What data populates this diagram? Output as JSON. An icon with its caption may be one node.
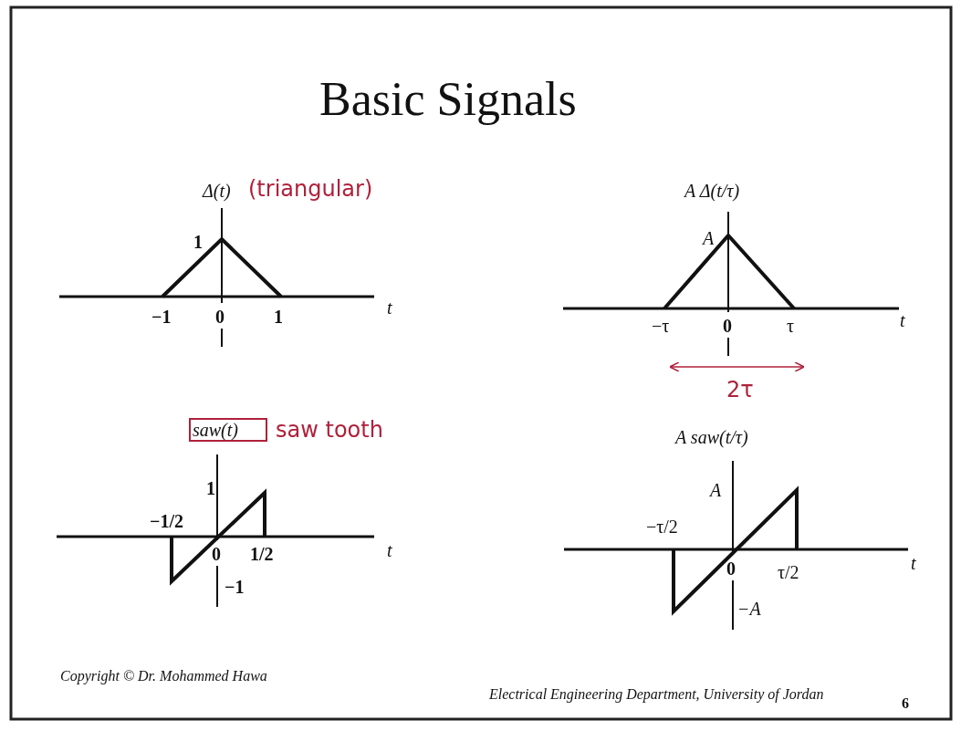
{
  "diagram": {
    "title": "Basic Signals",
    "labels": [
      "Δ(t)",
      "(triangular)",
      "1",
      "−1",
      "0",
      "1",
      "t",
      "A Δ(t/τ)",
      "A",
      "−τ",
      "0",
      "τ",
      "t",
      "2τ",
      "saw(t)",
      "saw tooth",
      "1",
      "−1/2",
      "0",
      "1/2",
      "t",
      "−1",
      "A saw(t/τ)",
      "A",
      "−τ/2",
      "0",
      "τ/2",
      "t",
      "−A",
      "Copyright © Dr. Mohammed Hawa",
      "Electrical Engineering Department, University of Jordan",
      "6"
    ]
  }
}
